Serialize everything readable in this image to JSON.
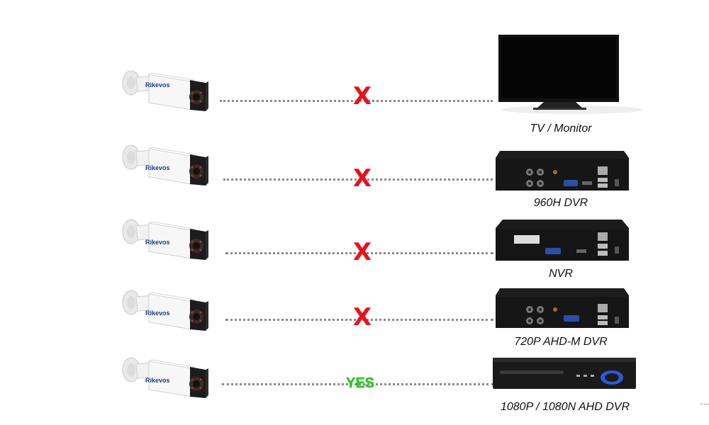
{
  "colors": {
    "no_mark": "#e8121b",
    "yes_mark": "#2ec82e",
    "line": "#8a8a8a"
  },
  "camera": {
    "brand": "Rikevos",
    "icon": "bullet-camera-icon"
  },
  "rows": [
    {
      "status": "x",
      "status_text": "X",
      "device_label": "TV / Monitor",
      "device_icon": "tv-monitor-icon"
    },
    {
      "status": "x",
      "status_text": "X",
      "device_label": "960H DVR",
      "device_icon": "dvr-icon"
    },
    {
      "status": "x",
      "status_text": "X",
      "device_label": "NVR",
      "device_icon": "nvr-icon"
    },
    {
      "status": "x",
      "status_text": "X",
      "device_label": "720P AHD-M DVR",
      "device_icon": "dvr-icon"
    },
    {
      "status": "yes",
      "status_text": "YES",
      "device_label": "1080P / 1080N AHD DVR",
      "device_icon": "ahd-dvr-icon"
    }
  ]
}
